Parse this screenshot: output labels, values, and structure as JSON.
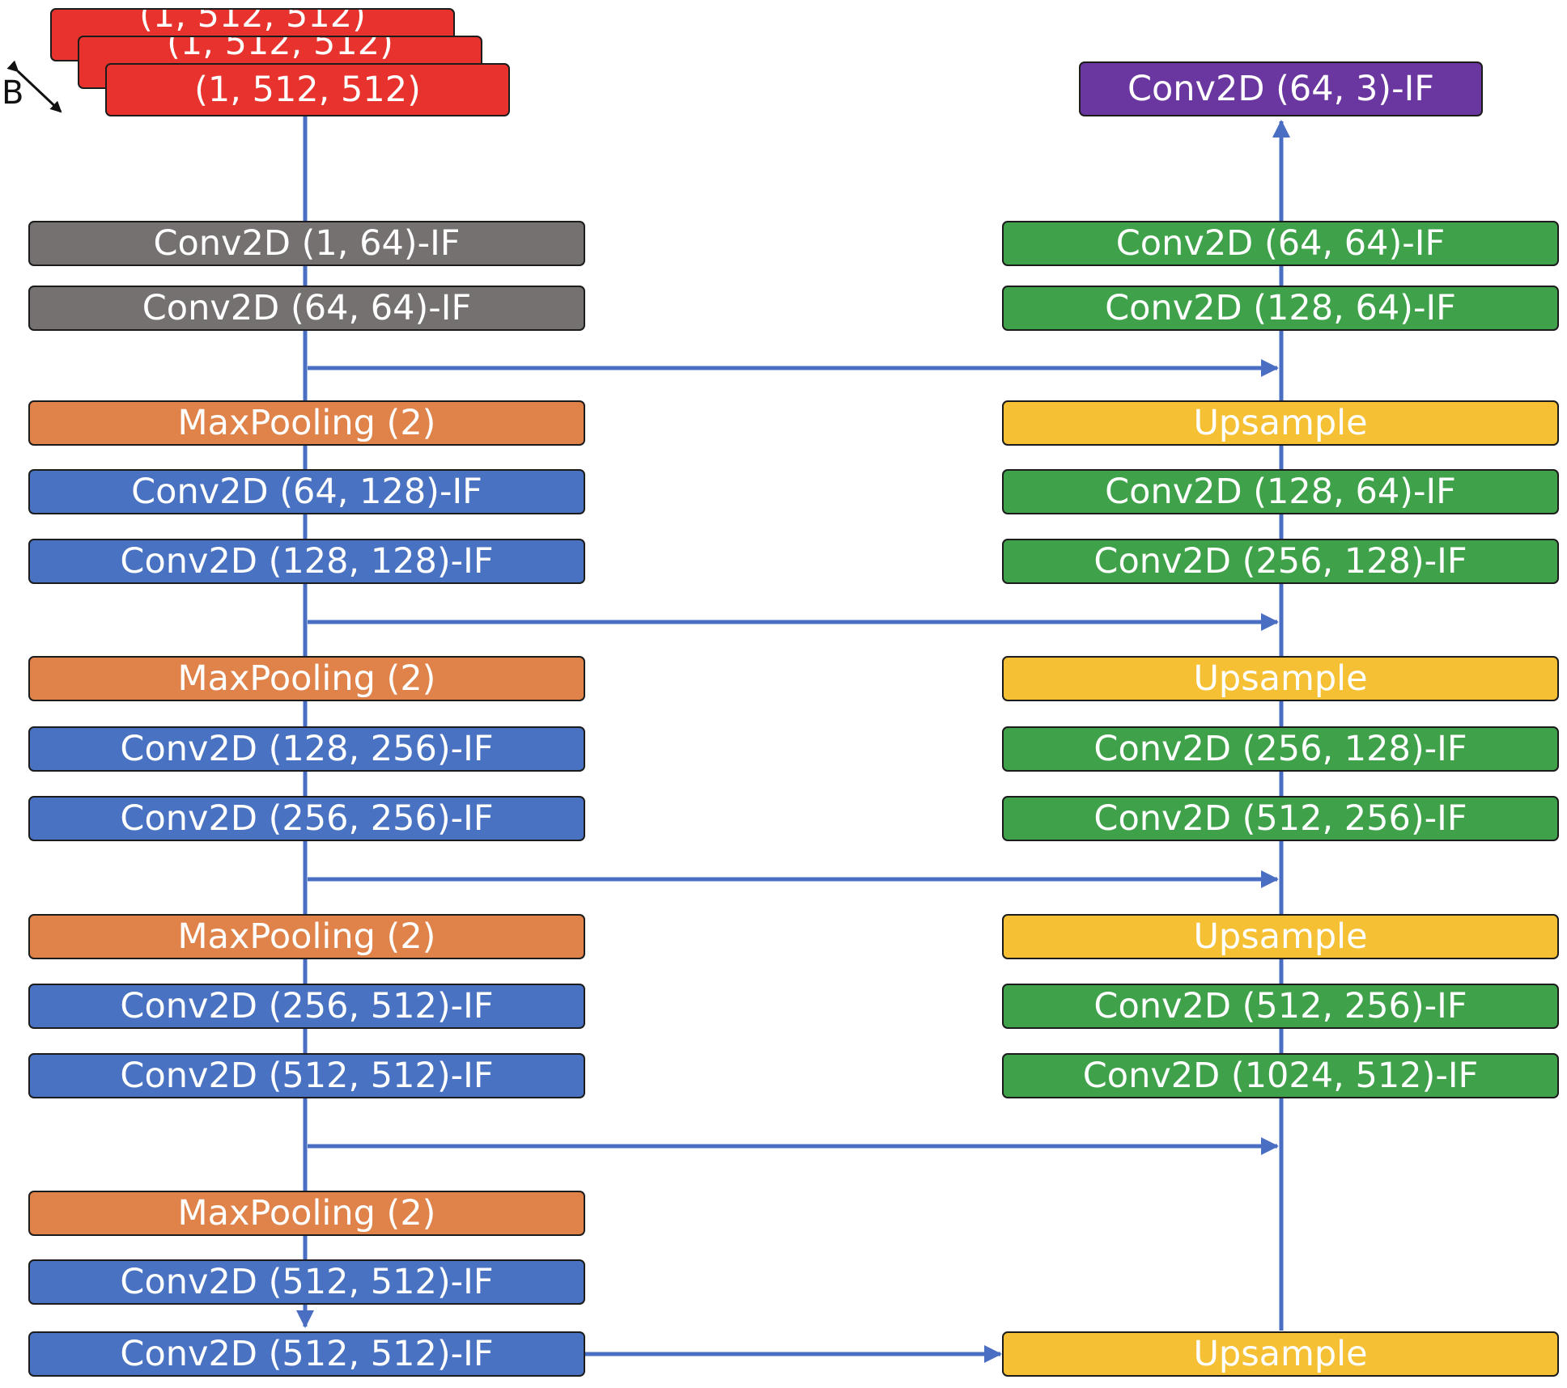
{
  "input": {
    "label": "(1, 512, 512)",
    "batch_label": "B",
    "color": "#e8322d"
  },
  "output": {
    "label": "Conv2D (64, 3)-IF",
    "color": "#6a36a0"
  },
  "encoder": [
    {
      "label": "Conv2D (1, 64)-IF",
      "kind": "conv_first"
    },
    {
      "label": "Conv2D (64, 64)-IF",
      "kind": "conv_first"
    },
    {
      "label": "MaxPooling (2)",
      "kind": "pool"
    },
    {
      "label": "Conv2D (64, 128)-IF",
      "kind": "conv"
    },
    {
      "label": "Conv2D (128, 128)-IF",
      "kind": "conv"
    },
    {
      "label": "MaxPooling (2)",
      "kind": "pool"
    },
    {
      "label": "Conv2D (128, 256)-IF",
      "kind": "conv"
    },
    {
      "label": "Conv2D (256, 256)-IF",
      "kind": "conv"
    },
    {
      "label": "MaxPooling (2)",
      "kind": "pool"
    },
    {
      "label": "Conv2D (256, 512)-IF",
      "kind": "conv"
    },
    {
      "label": "Conv2D (512, 512)-IF",
      "kind": "conv"
    },
    {
      "label": "MaxPooling (2)",
      "kind": "pool"
    },
    {
      "label": "Conv2D (512, 512)-IF",
      "kind": "conv"
    },
    {
      "label": "Conv2D (512, 512)-IF",
      "kind": "conv"
    }
  ],
  "decoder": [
    {
      "label": "Conv2D (64, 64)-IF",
      "kind": "conv"
    },
    {
      "label": "Conv2D (128, 64)-IF",
      "kind": "conv"
    },
    {
      "label": "Upsample",
      "kind": "upsample"
    },
    {
      "label": "Conv2D (128, 64)-IF",
      "kind": "conv"
    },
    {
      "label": "Conv2D (256, 128)-IF",
      "kind": "conv"
    },
    {
      "label": "Upsample",
      "kind": "upsample"
    },
    {
      "label": "Conv2D (256, 128)-IF",
      "kind": "conv"
    },
    {
      "label": "Conv2D (512, 256)-IF",
      "kind": "conv"
    },
    {
      "label": "Upsample",
      "kind": "upsample"
    },
    {
      "label": "Conv2D (512, 256)-IF",
      "kind": "conv"
    },
    {
      "label": "Conv2D (1024, 512)-IF",
      "kind": "conv"
    },
    {
      "label": "Upsample",
      "kind": "upsample"
    }
  ],
  "colors": {
    "encoder_first_conv": "#757171",
    "encoder_conv": "#4a72c2",
    "pool": "#e0834a",
    "decoder_conv": "#3fa24a",
    "upsample": "#f5c033",
    "arrow": "#4a6fc2"
  }
}
